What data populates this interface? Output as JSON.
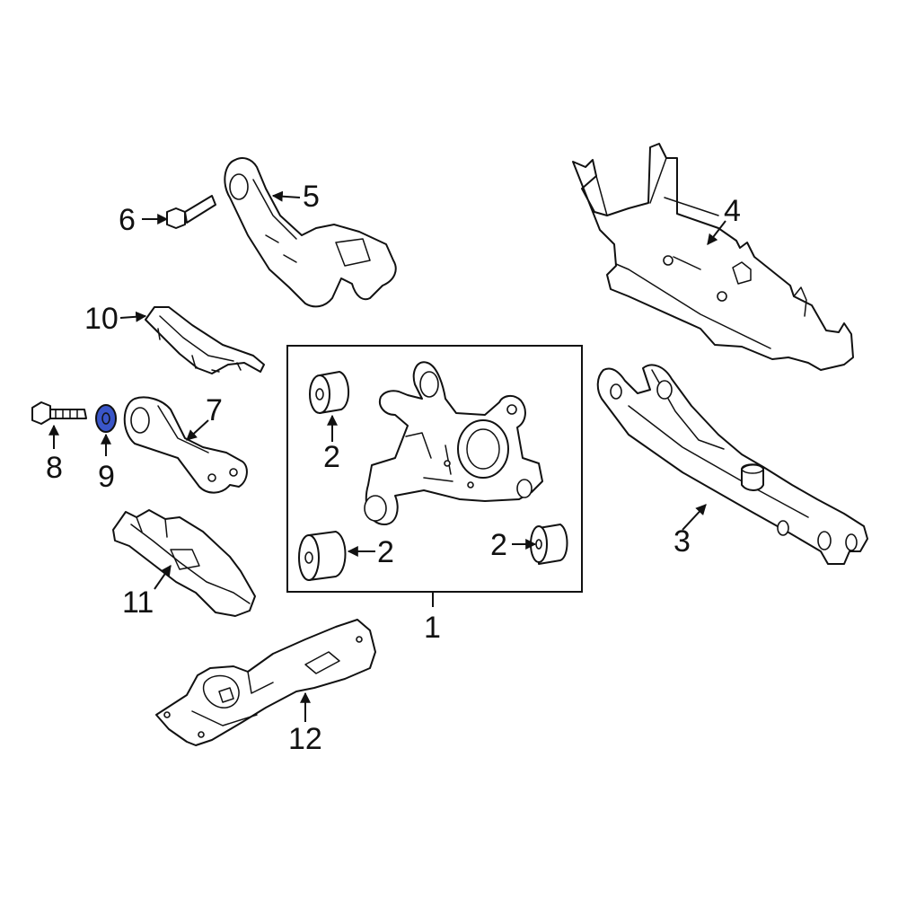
{
  "callouts": {
    "c1": "1",
    "c2a": "2",
    "c2b": "2",
    "c2c": "2",
    "c3": "3",
    "c4": "4",
    "c5": "5",
    "c6": "6",
    "c7": "7",
    "c8": "8",
    "c9": "9",
    "c10": "10",
    "c11": "11",
    "c12": "12"
  },
  "colors": {
    "highlight": "#3a56c8",
    "line": "#111111",
    "background": "#ffffff"
  },
  "highlighted_part": "9"
}
